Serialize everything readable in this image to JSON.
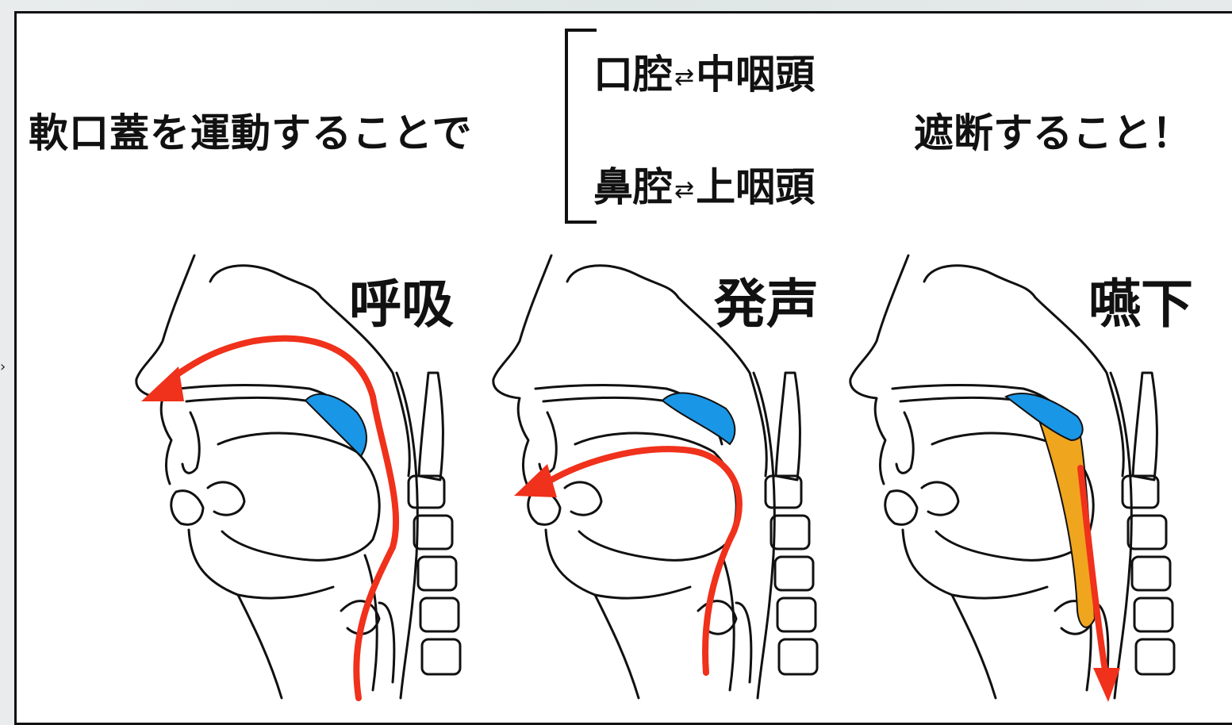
{
  "header": {
    "lead": "軟口蓋を運動することで",
    "pairs": [
      {
        "left": "口腔",
        "arrow": "⇄",
        "right": "中咽頭"
      },
      {
        "left": "鼻腔",
        "arrow": "⇄",
        "right": "上咽頭"
      }
    ],
    "tail": "遮断すること！"
  },
  "panels": [
    {
      "label": "呼吸"
    },
    {
      "label": "発声"
    },
    {
      "label": "嚥下"
    }
  ],
  "colors": {
    "airflow": "#f0311b",
    "soft_palate": "#1a96e6",
    "bolus": "#f0a51e",
    "outline": "#111111"
  }
}
